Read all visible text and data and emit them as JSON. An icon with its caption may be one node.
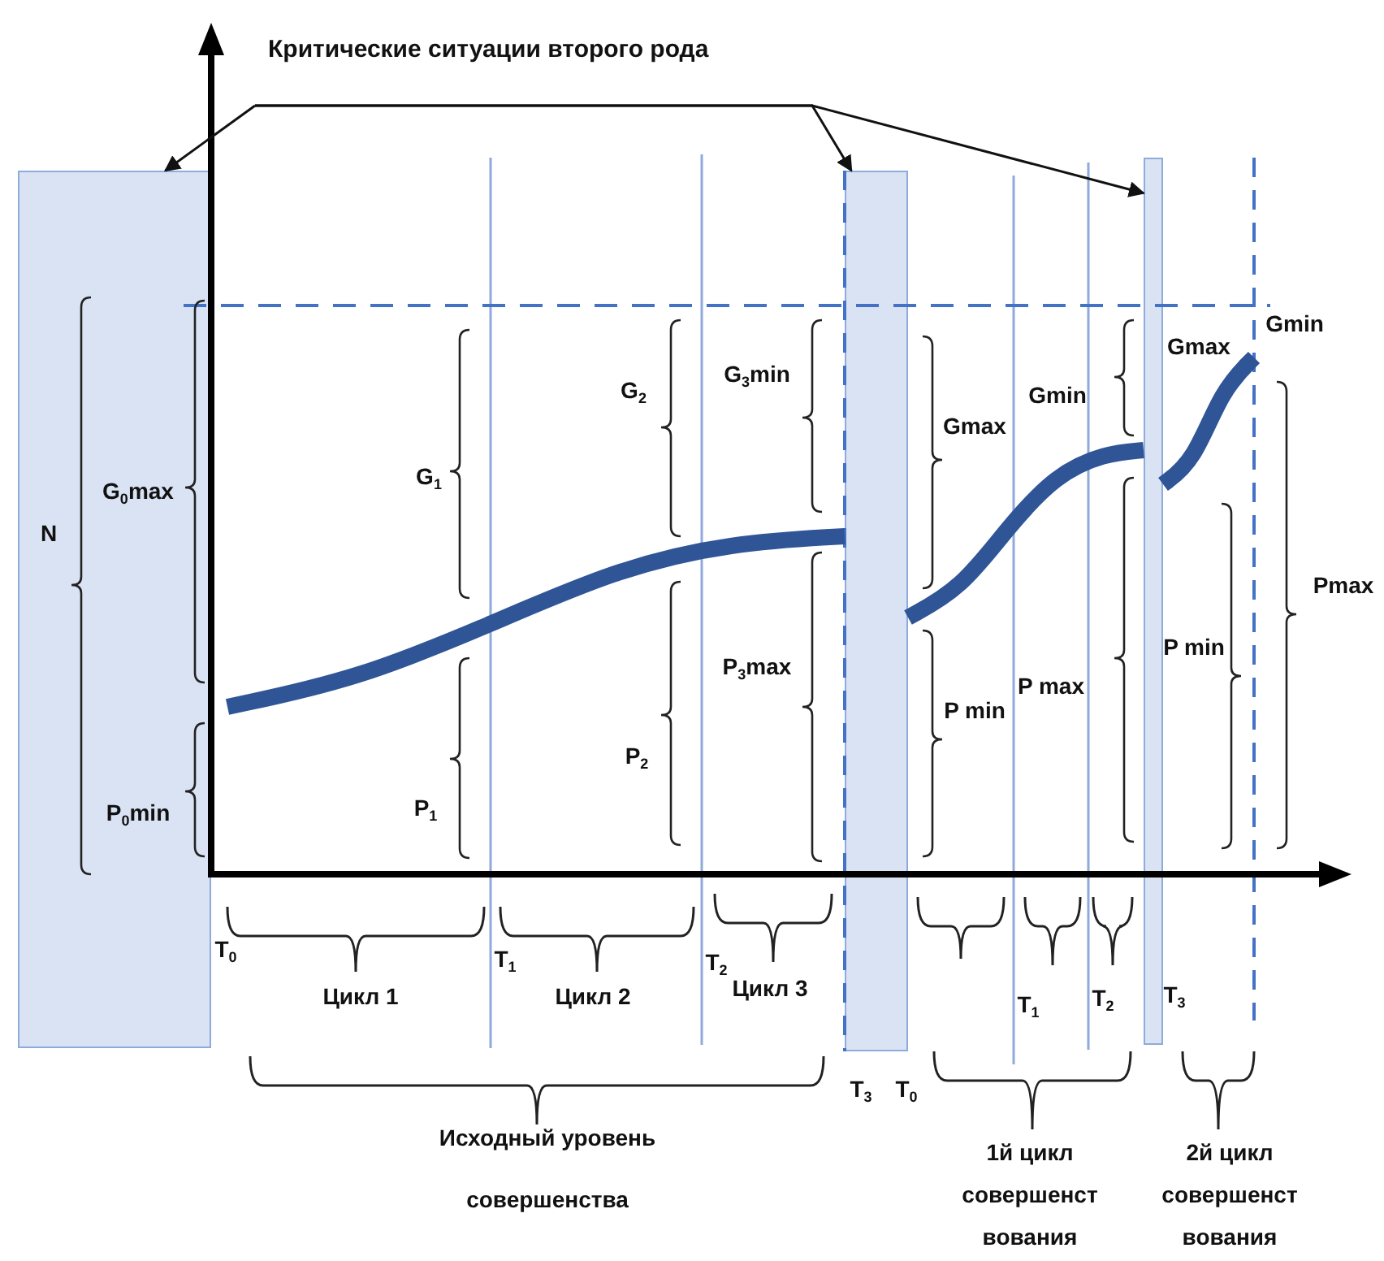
{
  "diagram": {
    "nodes": [
      {
        "text": [
          "Критические ситуации второго рода"
        ]
      },
      {
        "text": [],
        "shape": "box"
      },
      {
        "text": [],
        "shape": "box"
      },
      {
        "text": [],
        "shape": "box"
      }
    ],
    "edges": [
      {
        "from": 0,
        "to": 1,
        "arrow": "to"
      },
      {
        "from": 0,
        "to": 2,
        "arrow": "to"
      },
      {
        "from": 0,
        "to": 3,
        "arrow": "to"
      }
    ],
    "labels": [
      "N",
      "G$_{0}$max",
      "P$_{0}$min",
      "G$_{1}$",
      "P$_{1}$",
      "G$_{2}$",
      "P$_{2}$",
      "G$_{3}$min",
      "P$_{3}$max",
      "Gmax",
      "P min",
      "Gmin",
      "P max",
      "Gmax",
      "Gmin",
      "P min",
      "Pmax",
      "T$_{0}$",
      "Цикл 1",
      "T$_{1}$",
      "Цикл 2",
      "T$_{2}$",
      "Цикл 3",
      "T$_{3}$",
      "T$_{0}$",
      "T$_{1}$",
      "T$_{2}$",
      "T$_{3}$",
      "Исходный уровень совершенства",
      "1й цикл совершенст вования",
      "2й цикл совершенст вования"
    ]
  }
}
